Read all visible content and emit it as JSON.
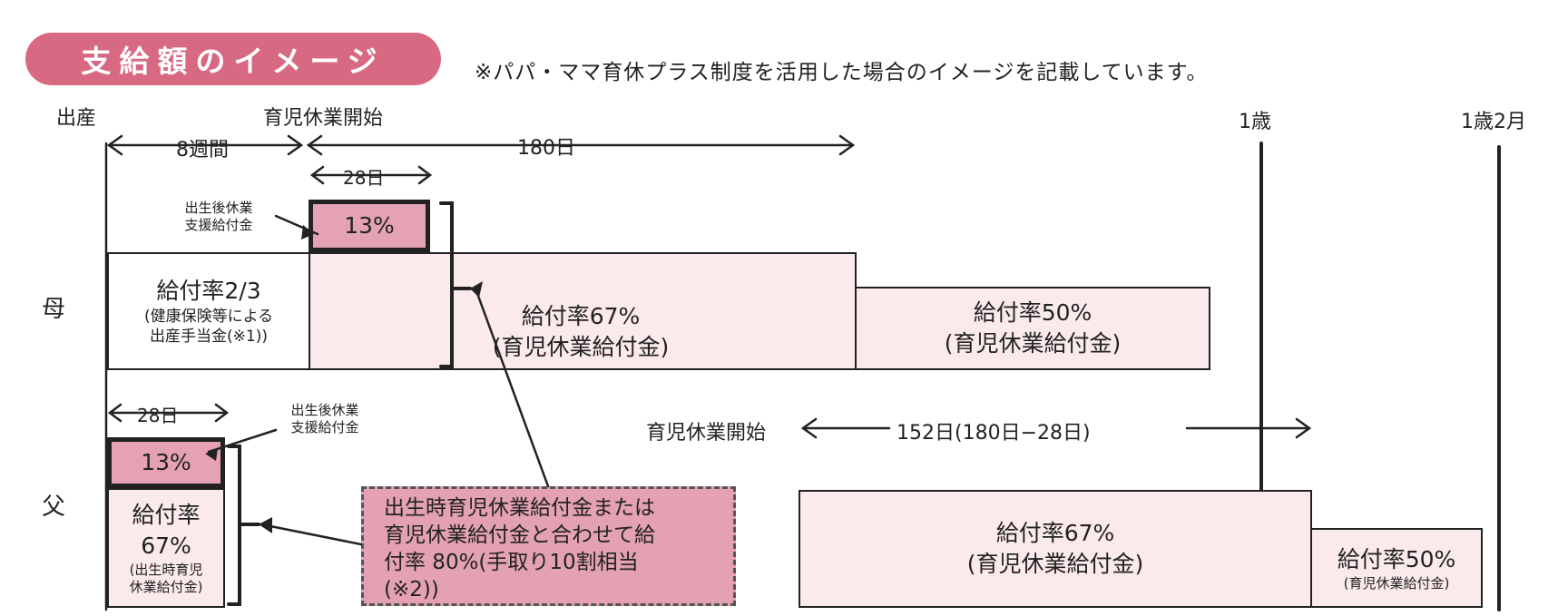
{
  "header": {
    "title": "支給額のイメージ",
    "note": "※パパ・ママ育休プラス制度を活用した場合のイメージを記載しています。"
  },
  "timeline": {
    "birth": "出産",
    "leave_start": "育児休業開始",
    "age_1": "1歳",
    "age_1_2": "1歳2月",
    "weeks_8": "8週間",
    "days_180": "180日",
    "days_28_mother": "28日",
    "days_28_father": "28日",
    "father_leave_start": "育児休業開始",
    "days_152": "152日(180日−28日)"
  },
  "rows": {
    "mother": "母",
    "father": "父"
  },
  "mother": {
    "support_label_1": "出生後休業",
    "support_label_2": "支援給付金",
    "support_rate": "13%",
    "maternity_rate": "給付率2/3",
    "maternity_note_1": "(健康保険等による",
    "maternity_note_2": "出産手当金(※1))",
    "childcare67_rate": "給付率67%",
    "childcare67_name": "(育児休業給付金)",
    "childcare50_rate": "給付率50%",
    "childcare50_name": "(育児休業給付金)"
  },
  "father": {
    "support_label_1": "出生後休業",
    "support_label_2": "支援給付金",
    "support_rate": "13%",
    "birth_rate_1": "給付率",
    "birth_rate_2": "67%",
    "birth_name_1": "(出生時育児",
    "birth_name_2": "休業給付金)",
    "childcare67_rate": "給付率67%",
    "childcare67_name": "(育児休業給付金)",
    "childcare50_rate": "給付率50%",
    "childcare50_name": "(育児休業給付金)"
  },
  "callout": {
    "line1": "出生時育児休業給付金または",
    "line2": "育児休業給付金と合わせて給",
    "line3": "付率 80%(手取り10割相当",
    "line4": "(※2))"
  },
  "colors": {
    "accent": "#d76a82",
    "pink_fill": "#e5a2b4",
    "light_fill": "#fbeaec"
  }
}
